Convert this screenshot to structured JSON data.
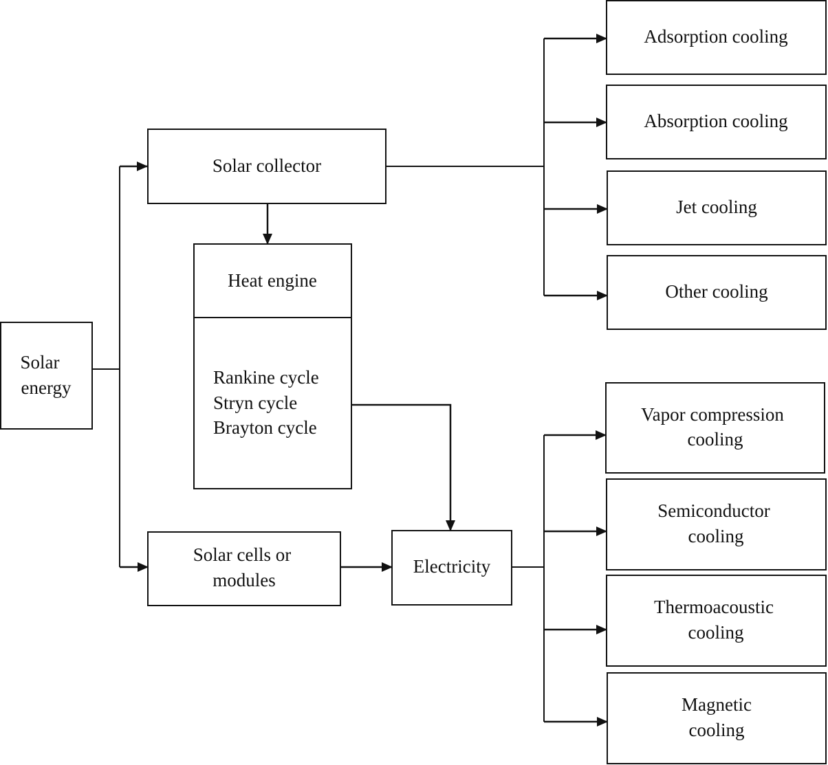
{
  "nodes": {
    "solar_energy": [
      "Solar",
      "energy"
    ],
    "solar_collector": [
      "Solar collector"
    ],
    "heat_engine_title": [
      "Heat engine"
    ],
    "heat_engine_cycles": [
      "Rankine cycle",
      "Stryn cycle",
      "Brayton cycle"
    ],
    "solar_cells": [
      "Solar cells or",
      "modules"
    ],
    "electricity": [
      "Electricity"
    ],
    "adsorption": [
      "Adsorption cooling"
    ],
    "absorption": [
      "Absorption cooling"
    ],
    "jet": [
      "Jet cooling"
    ],
    "other": [
      "Other cooling"
    ],
    "vapor": [
      "Vapor compression",
      "cooling"
    ],
    "semiconductor": [
      "Semiconductor",
      "cooling"
    ],
    "thermoacoustic": [
      "Thermoacoustic",
      "cooling"
    ],
    "magnetic": [
      "Magnetic",
      "cooling"
    ]
  },
  "colors": {
    "stroke": "#111111",
    "background": "#ffffff"
  }
}
